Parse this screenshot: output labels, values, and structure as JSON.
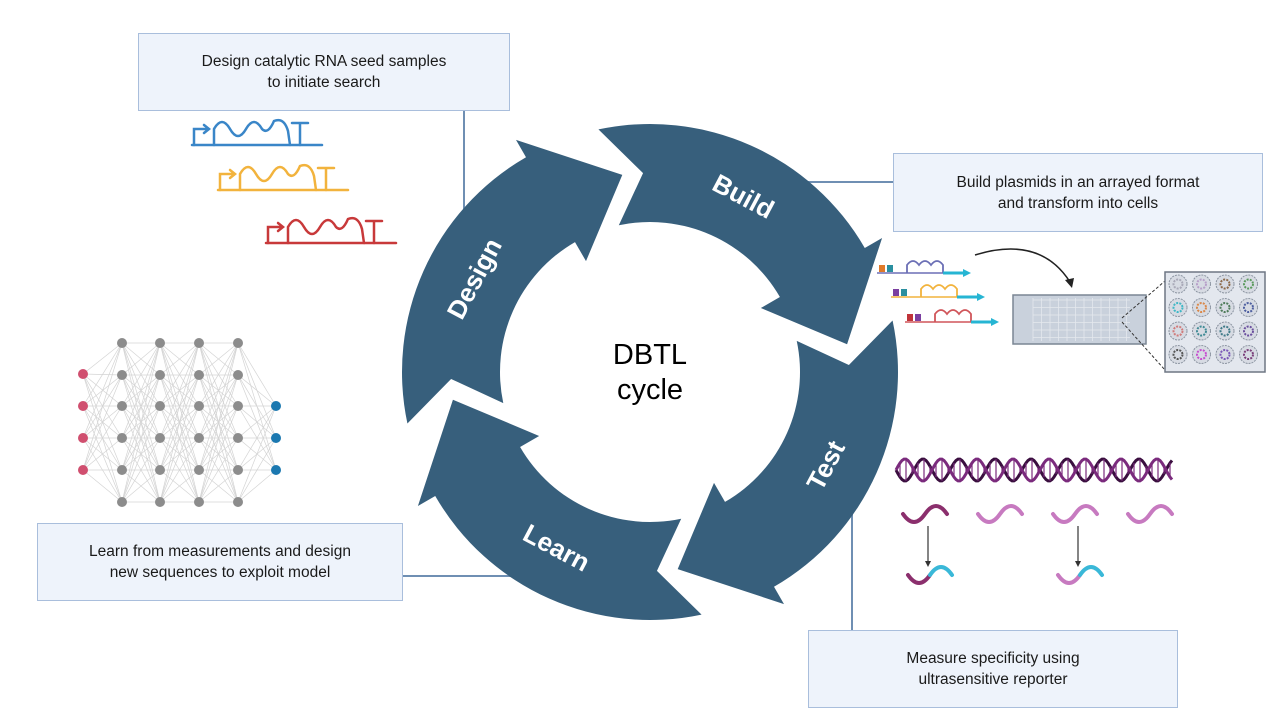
{
  "diagram": {
    "center_title_line1": "DBTL",
    "center_title_line2": "cycle",
    "arrow_color": "#375f7c",
    "stages": [
      {
        "label": "Design",
        "description_line1": "Design catalytic RNA seed samples",
        "description_line2": "to initiate search"
      },
      {
        "label": "Build",
        "description_line1": "Build plasmids in an arrayed format",
        "description_line2": "and transform into cells"
      },
      {
        "label": "Test",
        "description_line1": "Measure specificity using",
        "description_line2": "ultrasensitive reporter"
      },
      {
        "label": "Learn",
        "description_line1": "Learn from measurements and design",
        "description_line2": "new sequences to exploit model"
      }
    ],
    "design_constructs": {
      "colors": [
        "#3a86c8",
        "#f2b33d",
        "#c8393a"
      ],
      "icon": "gene-construct-icon"
    },
    "build_illustration": {
      "construct_colors": [
        "#6b6fb5",
        "#f2b33d",
        "#d0555a"
      ],
      "arrow_color": "#26b5d3",
      "plate_icon": "well-plate-icon",
      "well_colors": [
        [
          "#a9a9b8",
          "#b79fc9",
          "#8c6a4a",
          "#5b9a5e"
        ],
        [
          "#3fb8c6",
          "#d9884a",
          "#4f7c5a",
          "#4d5fa0"
        ],
        [
          "#d07b7b",
          "#3f8a95",
          "#3f7a88",
          "#6a4f9e"
        ],
        [
          "#555555",
          "#c64fd0",
          "#7b59b8",
          "#7a3f7a"
        ]
      ]
    },
    "test_illustration": {
      "dna_colors": [
        "#3a0f3f",
        "#7b2b7d"
      ],
      "rna_dark": "#8b2f6d",
      "rna_light": "#c77ac0",
      "reporter_color": "#3ab8d8"
    },
    "learn_network": {
      "input_color": "#d04f6f",
      "hidden_color": "#8c8c8c",
      "output_color": "#1b78b0",
      "layers": [
        4,
        6,
        6,
        6,
        6,
        3
      ]
    }
  }
}
